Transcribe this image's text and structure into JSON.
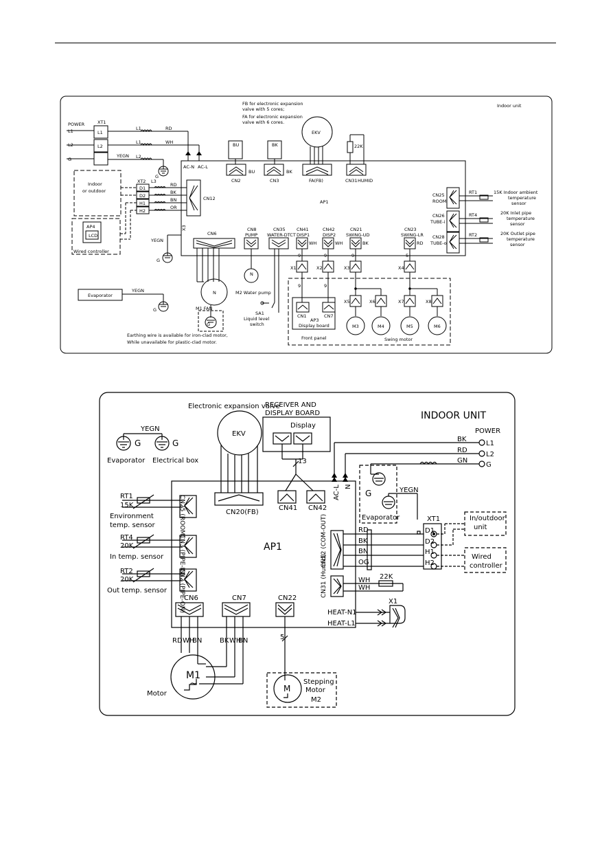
{
  "diagram1": {
    "fb_note": [
      "FB for electronic expansion",
      "valve with 5 cores;",
      "FA for electronic expansion",
      "valve with 6 cores."
    ],
    "title": "Indoor unit",
    "power": "POWER",
    "xt1": "XT1",
    "l1": "L1",
    "l2": "L2",
    "g": "G",
    "rd": "RD",
    "wh": "WH",
    "yegn": "YEGN",
    "bk": "BK",
    "bn": "BN",
    "or": "OR",
    "bu": "BU",
    "acn": "AC-N",
    "acl": "AC-L",
    "cn2": "CN2",
    "cn3": "CN3",
    "fa_fb": "FA(FB)",
    "cn31": "CN31",
    "humid": "HUMID",
    "ekv": "EKV",
    "r22k": "22K",
    "ap1": "AP1",
    "xt2": "XT2",
    "l3": "L3",
    "d1": "D1",
    "d2": "D2",
    "h1": "H1",
    "h2": "H2",
    "cn12": "CN12",
    "x3": "X3",
    "indoor_outdoor": [
      "Indoor",
      "or outdoor"
    ],
    "ap4": "AP4",
    "lcd": "LCD",
    "wired_controller": "Wired controller",
    "cn6": "CN6",
    "cn8": "CN8",
    "pump": "PUMP",
    "cn35": "CN35",
    "water_dtct": "WATER-DTCT",
    "cn41": "CN41",
    "disp1": "DISP1",
    "cn42": "CN42",
    "disp2": "DISP2",
    "cn21": "CN21",
    "swing_ud": "SWING-UD",
    "cn23": "CN23",
    "swing_lr": "SWING-LR",
    "cn25": "CN25",
    "room": "ROOM",
    "cn26": "CN26",
    "tube_i": "TUBE-i",
    "cn28": "CN28",
    "tube_o": "TUBE-o",
    "rt1": "RT1",
    "rt4": "RT4",
    "rt2": "RT2",
    "s1": [
      "15K Indoor ambient",
      "temperature",
      "sensor"
    ],
    "s2": [
      "20K Inlet pipe",
      "temperature",
      "sensor"
    ],
    "s3": [
      "20K Outlet pipe",
      "temperature",
      "sensor"
    ],
    "evaporator": "Evaporator",
    "m1fan": "M1 FAN",
    "m2": "M2 Water pump",
    "n": "N",
    "sa1": [
      "SA1",
      "Liquid level",
      "switch"
    ],
    "x1": "X1",
    "x2": "X2",
    "x4": "X4",
    "x5": "X5",
    "x6": "X6",
    "x7": "X7",
    "x8": "X8",
    "w9": "9",
    "w5": "5",
    "cn1": "CN1",
    "cn7": "CN7",
    "ap3": "AP3",
    "display_board": "Display board",
    "m3": "M3",
    "m4": "M4",
    "m5": "M5",
    "m6": "M6",
    "front_panel": "Front panel",
    "swing_motor": "Swing motor",
    "earth_note": [
      "Earthing wire is available for iron-clad motor,",
      "While unavailable for plastic-clad motor."
    ]
  },
  "diagram2": {
    "ekv_label": "Electronic expansion valve",
    "receiver": [
      "RECEIVER AND",
      "DISPLAY BOARD"
    ],
    "title": "INDOOR UNIT",
    "power": "POWER",
    "display": "Display",
    "yegn": "YEGN",
    "g": "G",
    "evaporator": "Evaporator",
    "electrical_box": "Electrical box",
    "ekv": "EKV",
    "bk": "BK",
    "rd": "RD",
    "gn": "GN",
    "l1": "L1",
    "l2": "L2",
    "n13": "13",
    "acl": "AC-L",
    "n": "N",
    "rt1": "RT1",
    "k15": "15K",
    "env": [
      "Environment",
      "temp. sensor"
    ],
    "cn25": "CN25 (ROOM)",
    "cn20": "CN20(FB)",
    "cn41": "CN41",
    "cn42": "CN42",
    "rt4": "RT4",
    "k20a": "20K",
    "in_sensor": "In temp. sensor",
    "cn3": "CN3 (PIPE-IN)",
    "ap1": "AP1",
    "rt2": "RT2",
    "k20b": "20K",
    "out_sensor": "Out temp. sensor",
    "cn2": "CN2 (PIPE-ON)",
    "xt1": "XT1",
    "d1": "D1",
    "d2": "D2",
    "h1": "H1",
    "h2": "H2",
    "bn": "BN",
    "og": "OG",
    "cn12": "CN12 (COM-OUT)",
    "inout": [
      "In/outdoor",
      "unit"
    ],
    "wired": [
      "Wired",
      "controller"
    ],
    "cn31": "CN31 (Humid)",
    "wh": "WH",
    "r22k": "22K",
    "heat_n1": "HEAT-N1",
    "heat_l1": "HEAT-L1",
    "x1": "X1",
    "cn6": "CN6",
    "cn7": "CN7",
    "cn22": "CN22",
    "w5": "5",
    "m1": "M1",
    "tilde": "~",
    "motor": "Motor",
    "m": "M",
    "stepping": [
      "Stepping",
      "Motor"
    ],
    "m2": "M2"
  }
}
